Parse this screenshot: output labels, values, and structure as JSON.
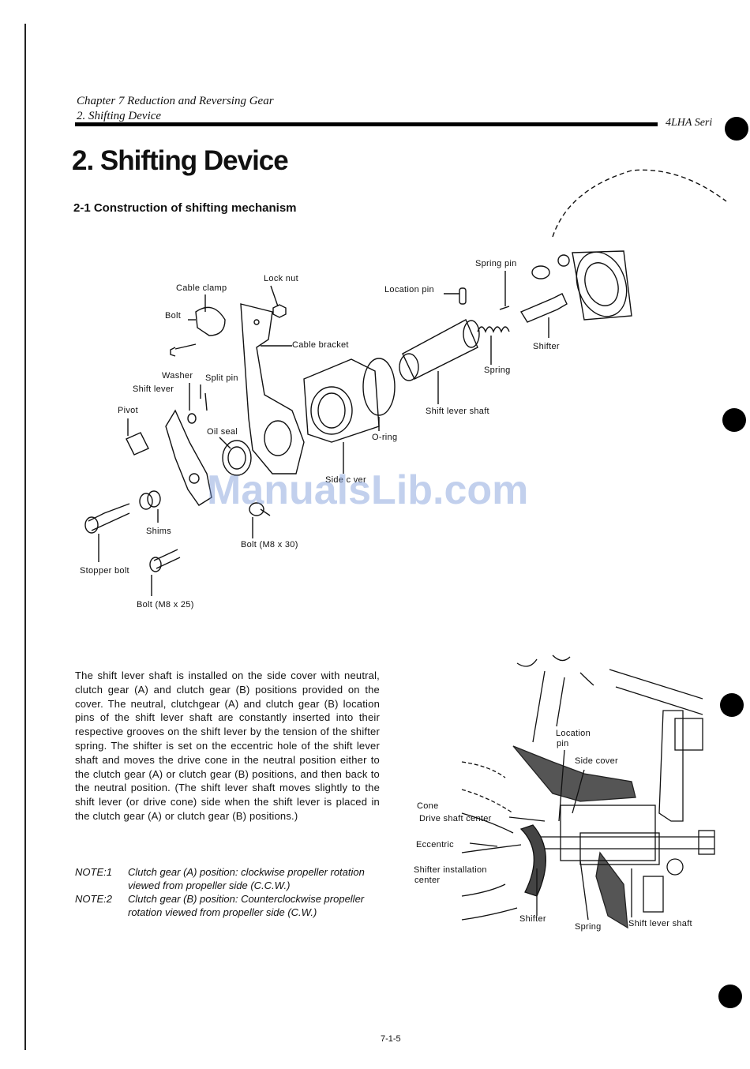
{
  "header": {
    "chapter": "Chapter 7 Reduction and Reversing Gear",
    "section": "2. Shifting Device",
    "series": "4LHA Seri"
  },
  "title": "2. Shifting Device",
  "subtitle": "2-1 Construction of shifting mechanism",
  "diagram1": {
    "labels": {
      "lock_nut": "Lock nut",
      "cable_clamp": "Cable clamp",
      "bolt": "Bolt",
      "cable_bracket": "Cable bracket",
      "washer": "Washer",
      "split_pin": "Split pin",
      "shift_lever": "Shift lever",
      "pivot": "Pivot",
      "oil_seal": "Oil seal",
      "shims": "Shims",
      "stopper_bolt": "Stopper bolt",
      "bolt_m8x25": "Bolt (M8 x 25)",
      "bolt_m8x30": "Bolt (M8 x 30)",
      "side_cover": "Side c  ver",
      "o_ring": "O-ring",
      "shift_lever_shaft": "Shift lever shaft",
      "spring": "Spring",
      "location_pin": "Location pin",
      "spring_pin": "Spring pin",
      "shifter": "Shifter"
    }
  },
  "watermark": "ManualsLib.com",
  "body": "The shift lever shaft is installed on the side cover with neutral, clutch gear (A) and clutch gear (B) positions provided on the cover. The neutral, clutchgear (A) and clutch gear (B) location pins of the shift lever shaft are constantly inserted into their respective grooves on the shift lever by the tension of the shifter spring. The shifter is set on the eccentric hole of the shift lever shaft and moves the drive cone in the neutral position either to the clutch gear (A) or clutch gear (B) positions, and then back to the neutral position. (The shift lever shaft moves slightly to the shift lever (or drive cone) side when the shift lever is placed in the clutch gear (A) or clutch gear (B) positions.)",
  "notes": [
    {
      "tag": "NOTE:1",
      "text": "Clutch gear (A) position: clockwise propeller rotation viewed from propeller side (C.C.W.)"
    },
    {
      "tag": "NOTE:2",
      "text": "Clutch gear (B) position: Counterclockwise propeller rotation viewed from propeller side (C.W.)"
    }
  ],
  "diagram2": {
    "labels": {
      "location_pin_1": "Location",
      "location_pin_2": "pin",
      "side_cover": "Side cover",
      "cone": "Cone",
      "drive_shaft_center": "Drive shaft center",
      "eccentric": "Eccentric",
      "shifter_installation_1": "Shifter installation",
      "shifter_installation_2": "center",
      "shifter": "Shifter",
      "spring": "Spring",
      "shift_lever_shaft": "Shift lever shaft"
    }
  },
  "page_number": "7-1-5"
}
